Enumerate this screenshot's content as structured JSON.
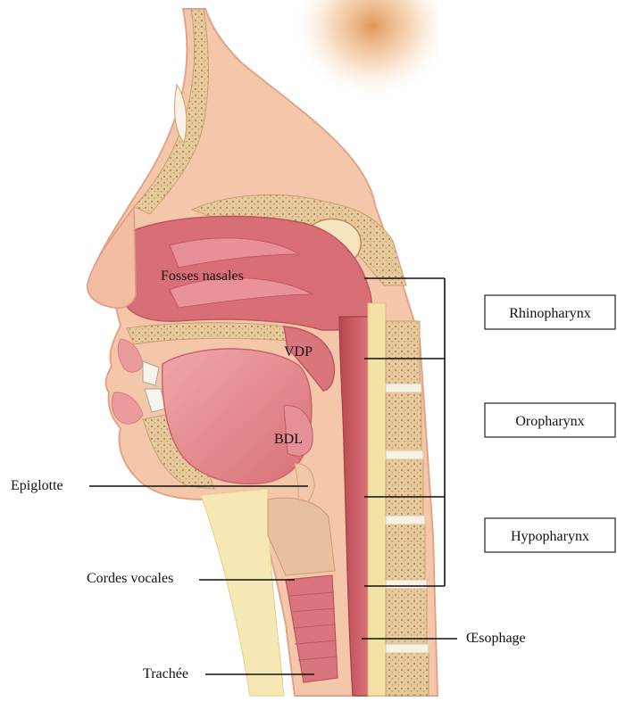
{
  "labels": {
    "fosses_nasales": "Fosses nasales",
    "vdp": "VDP",
    "bdl": "BDL",
    "epiglotte": "Epiglotte",
    "cordes_vocales": "Cordes vocales",
    "trachee": "Trachée",
    "oesophage": "Œsophage"
  },
  "boxes": {
    "rhinopharynx": "Rhinopharynx",
    "oropharynx": "Oropharynx",
    "hypopharynx": "Hypopharynx"
  },
  "colors": {
    "skin": "#f2c3a6",
    "skin_dark": "#e4a386",
    "mucosa": "#d9747a",
    "mucosa_light": "#e9a0a2",
    "bone": "#e3c59a",
    "bone_spots": "#b98b55",
    "fat": "#f3e6a8"
  }
}
